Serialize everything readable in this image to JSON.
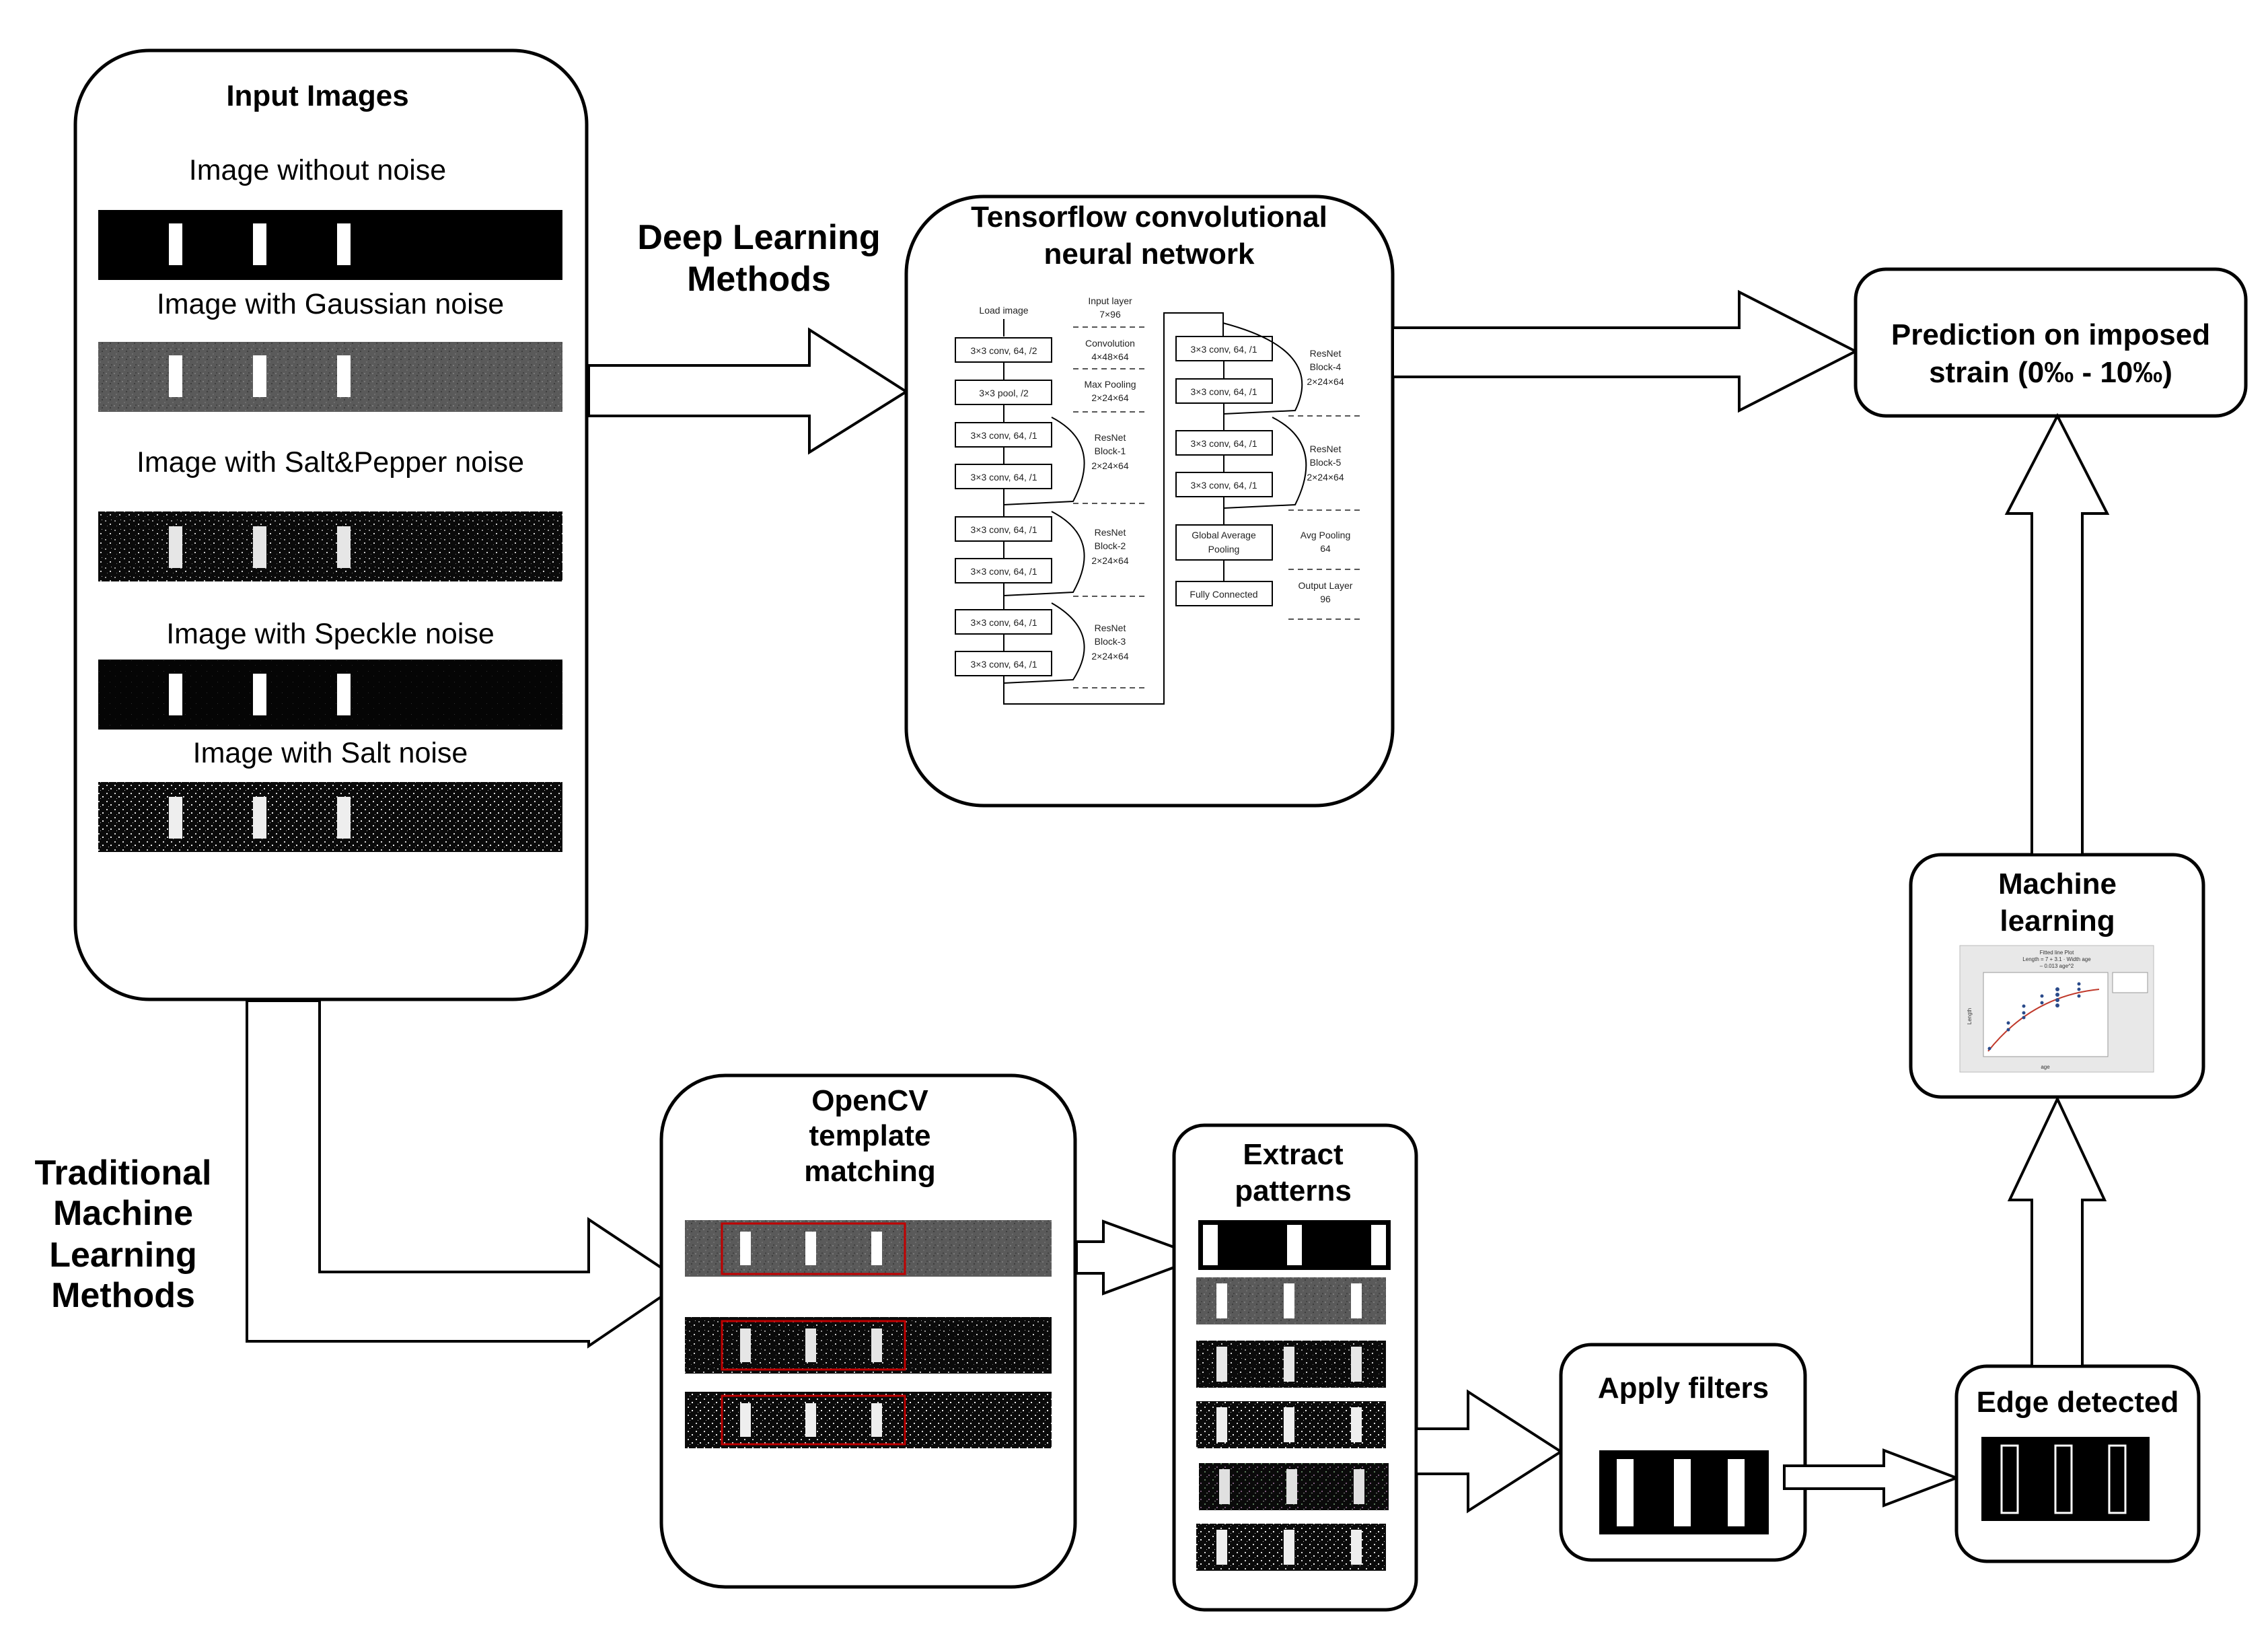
{
  "colors": {
    "red_frame": "#c00000",
    "strip_black": "#000000",
    "strip_gray": "#555555"
  },
  "input": {
    "title": "Input Images",
    "labels": [
      "Image without noise",
      "Image with Gaussian noise",
      "Image with Salt&Pepper noise",
      "Image with Speckle noise",
      "Image with Salt noise"
    ]
  },
  "deep": {
    "label_line1": "Deep Learning",
    "label_line2": "Methods"
  },
  "cnn": {
    "title_line1": "Tensorflow convolutional",
    "title_line2": "neural network",
    "load_image": "Load image",
    "left_layers": [
      "3×3 conv, 64, /2",
      "3×3 pool, /2",
      "3×3 conv, 64, /1",
      "3×3 conv, 64, /1",
      "3×3 conv, 64, /1",
      "3×3 conv, 64, /1",
      "3×3 conv, 64, /1",
      "3×3 conv, 64, /1"
    ],
    "right_layers": [
      "3×3 conv, 64, /1",
      "3×3 conv, 64, /1",
      "3×3 conv, 64, /1",
      "3×3 conv, 64, /1",
      "Global Average",
      "Pooling",
      "Fully Connected"
    ],
    "left_notes": [
      "Input layer",
      "7×96",
      "Convolution",
      "4×48×64",
      "Max Pooling",
      "2×24×64",
      "ResNet",
      "Block-1",
      "2×24×64",
      "ResNet",
      "Block-2",
      "2×24×64",
      "ResNet",
      "Block-3",
      "2×24×64"
    ],
    "right_notes": [
      "ResNet",
      "Block-4",
      "2×24×64",
      "ResNet",
      "Block-5",
      "2×24×64",
      "Avg Pooling",
      "64",
      "Output Layer",
      "96"
    ]
  },
  "prediction": {
    "line1": "Prediction on imposed",
    "line2": "strain (0‰ - 10‰)"
  },
  "traditional": {
    "line1": "Traditional",
    "line2": "Machine",
    "line3": "Learning",
    "line4": "Methods"
  },
  "opencv": {
    "line1": "OpenCV",
    "line2": "template",
    "line3": "matching"
  },
  "extract": {
    "line1": "Extract",
    "line2": "patterns"
  },
  "filters": {
    "title": "Apply filters"
  },
  "edge": {
    "title": "Edge detected"
  },
  "ml": {
    "line1": "Machine",
    "line2": "learning",
    "plot_title": "Fitted line Plot",
    "plot_subtitle": "Length = 7 + 3.1 · Width age",
    "plot_sub2": "– 0.013 age^2",
    "xlabel": "age",
    "ylabel": "Length"
  }
}
